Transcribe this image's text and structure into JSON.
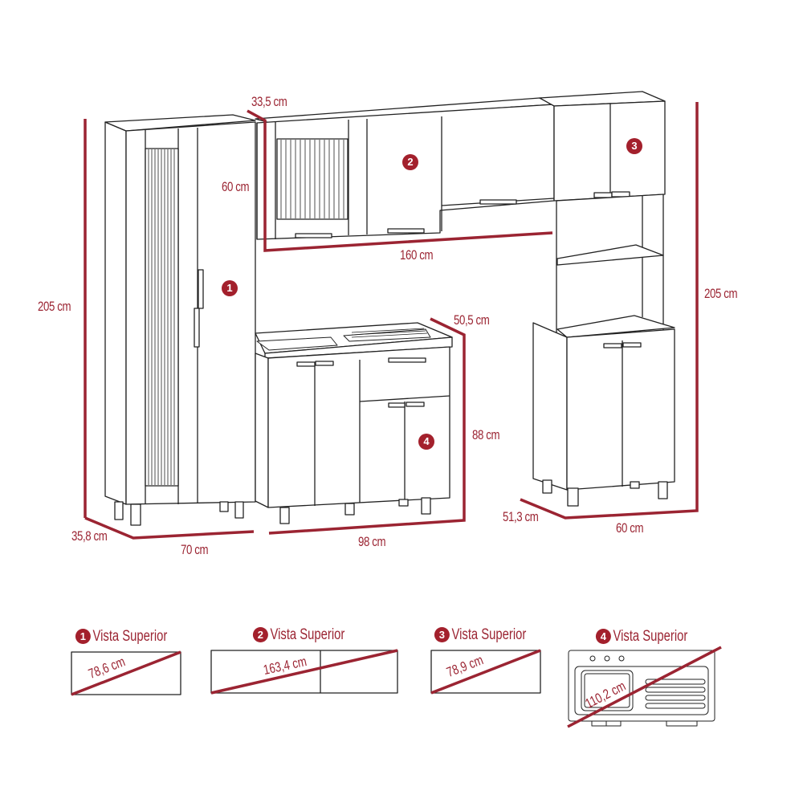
{
  "colors": {
    "accent": "#a3202c",
    "dimension_line": "#9b2432",
    "outline": "#222222",
    "background": "#ffffff"
  },
  "modules": [
    {
      "id": "1",
      "name": "tall pantry cabinet"
    },
    {
      "id": "2",
      "name": "upper wall cabinets"
    },
    {
      "id": "3",
      "name": "upper cabinet with open tower"
    },
    {
      "id": "4",
      "name": "sink base cabinet"
    }
  ],
  "dimensions": {
    "left_height": "205 cm",
    "upper_depth": "33,5 cm",
    "upper_height": "60 cm",
    "upper_width": "160 cm",
    "sink_depth": "50,5 cm",
    "sink_height": "88 cm",
    "sink_width": "98 cm",
    "pantry_depth": "35,8 cm",
    "pantry_width": "70 cm",
    "tower_depth": "51,3 cm",
    "tower_width": "60 cm",
    "right_height": "205 cm"
  },
  "top_views": [
    {
      "badge": "1",
      "title": "Vista Superior",
      "diagonal": "78,6 cm"
    },
    {
      "badge": "2",
      "title": "Vista Superior",
      "diagonal": "163,4 cm"
    },
    {
      "badge": "3",
      "title": "Vista Superior",
      "diagonal": "78,9 cm"
    },
    {
      "badge": "4",
      "title": "Vista Superior",
      "diagonal": "110,2 cm"
    }
  ]
}
